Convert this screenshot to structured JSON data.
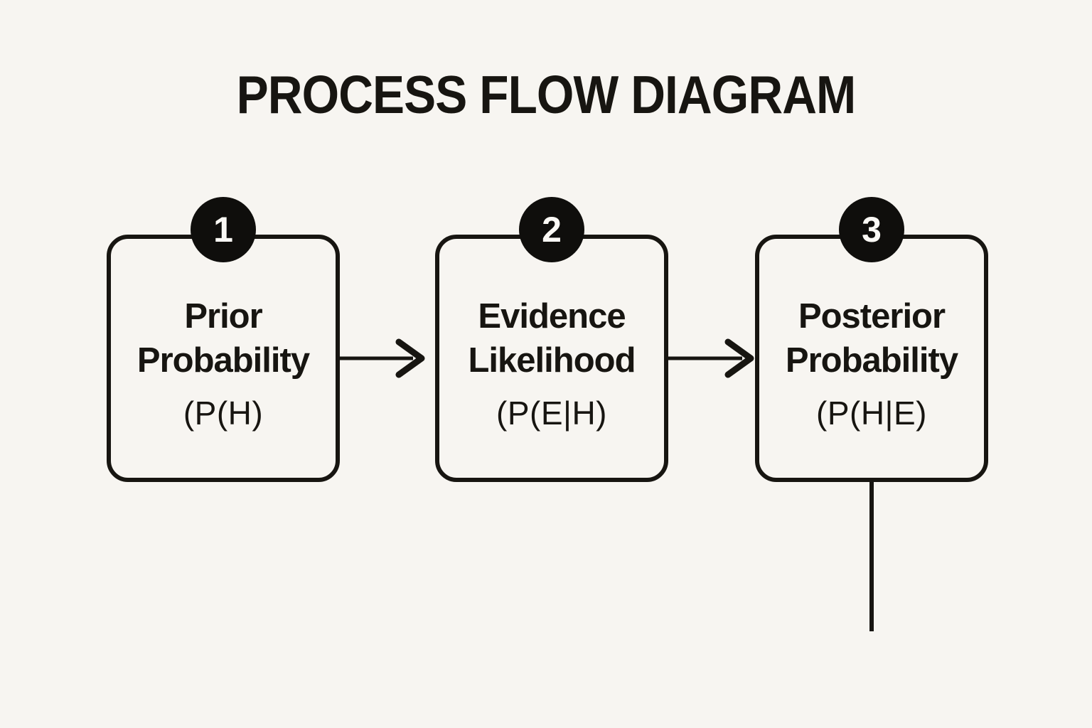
{
  "title": "PROCESS FLOW DIAGRAM",
  "colors": {
    "background": "#f7f5f1",
    "ink": "#171511",
    "badge_background": "#0f0e0c",
    "badge_number": "#fbf9f5"
  },
  "steps": [
    {
      "number": "1",
      "name": "Prior Probability",
      "formula": "(P(H)"
    },
    {
      "number": "2",
      "name": "Evidence Likelihood",
      "formula": "(P(E|H)"
    },
    {
      "number": "3",
      "name": "Posterior Probability",
      "formula": "(P(H|E)"
    }
  ],
  "connectors": [
    {
      "type": "arrow-right",
      "from": "1",
      "to": "2"
    },
    {
      "type": "arrow-right",
      "from": "2",
      "to": "3"
    },
    {
      "type": "line-down",
      "from": "3"
    }
  ]
}
